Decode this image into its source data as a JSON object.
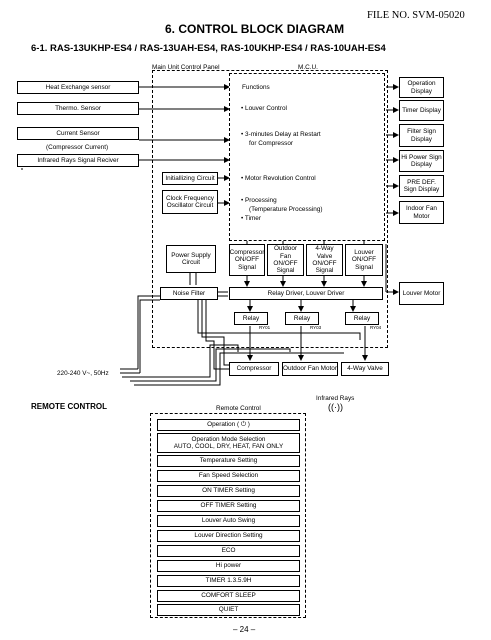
{
  "header": {
    "file_no": "FILE NO. SVM-05020",
    "title": "6. CONTROL BLOCK DIAGRAM",
    "subtitle": "6-1. RAS-13UKHP-ES4 / RAS-13UAH-ES4, RAS-10UKHP-ES4 / RAS-10UAH-ES4"
  },
  "diagram": {
    "main_unit_label": "Main Unit Control Panel",
    "mcu_label": "M.C.U.",
    "inputs": [
      "Heat Exchange sensor",
      "Thermo. Sensor",
      "Current Sensor",
      "(Compressor Current)",
      "Infrared Rays Signal Reciver"
    ],
    "init_circuit": "Initiallizing Circuit",
    "clock": "Clock Frequency Oscillator Circuit",
    "functions_title": "Functions",
    "functions": [
      "• Louver Control",
      "• 3-minutes Delay at Restart",
      "for Compressor",
      "• Motor Revolution Control",
      "• Processing",
      "(Temperature Processing)",
      "• Timer"
    ],
    "outputs": [
      "Operation Display",
      "Timer Display",
      "Filter Sign Display",
      "Hi Power Sign Display",
      "PRE DEF. Sign Display",
      "Indoor Fan Motor",
      "Louver Motor"
    ],
    "power_supply": "Power Supply Circuit",
    "signals": [
      "Compressor ON/OFF Signal",
      "Outdoor Fan ON/OFF Signal",
      "4-Way Valve ON/OFF Signal",
      "Louver ON/OFF Signal"
    ],
    "noise_filter": "Noise Filter",
    "relay_driver": "Relay Driver, Louver Driver",
    "relay": "Relay",
    "relay_codes": [
      "RY01",
      "RY03",
      "RY04"
    ],
    "loads": [
      "Compressor",
      "Outdoor Fan Motor",
      "4-Way Valve"
    ],
    "supply": "220-240 V~, 50Hz",
    "infrared": "Infrared Rays"
  },
  "remote": {
    "heading": "REMOTE CONTROL",
    "title": "Remote Control",
    "buttons": [
      "Operation ( ⏻ )",
      "Operation Mode Selection",
      "AUTO, COOL, DRY, HEAT, FAN ONLY",
      "Temperature Setting",
      "Fan Speed Selection",
      "ON TIMER Setting",
      "OFF TIMER Setting",
      "Louver Auto Swing",
      "Louver Direction Setting",
      "ECO",
      "Hi power",
      "TIMER 1.3.5.9H",
      "COMFORT SLEEP",
      "QUIET"
    ]
  },
  "footer": {
    "page": "– 24 –"
  }
}
